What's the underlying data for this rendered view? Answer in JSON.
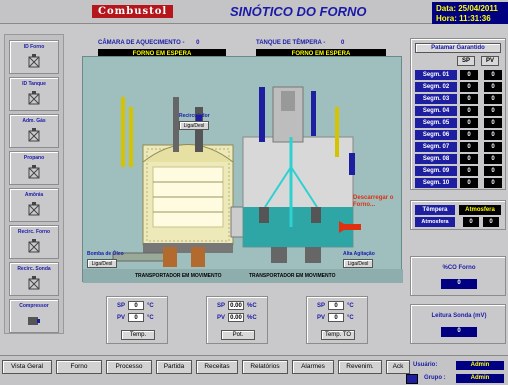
{
  "header": {
    "brand": "Combustol",
    "title": "SINÓTICO DO FORNO",
    "date": "Data: 25/04/2011",
    "time": "Hora: 11:31:36"
  },
  "left_buttons": [
    {
      "label": "ID Forno",
      "icon": "fan-icon"
    },
    {
      "label": "ID Tanque",
      "icon": "fan-icon"
    },
    {
      "label": "Adm. Gás",
      "icon": "fan-icon"
    },
    {
      "label": "Propano",
      "icon": "fan-icon"
    },
    {
      "label": "Amônia",
      "icon": "fan-icon"
    },
    {
      "label": "Recirc. Forno",
      "icon": "fan-icon"
    },
    {
      "label": "Recirc. Sonda",
      "icon": "fan-icon"
    },
    {
      "label": "Compressor",
      "icon": "compressor-icon"
    }
  ],
  "status": {
    "camara_label": "CÂMARA DE AQUECIMENTO -",
    "camara_value": "0",
    "camara_state": "FORNO EM ESPERA",
    "tanque_label": "TANQUE DE TÊMPERA -",
    "tanque_value": "0",
    "tanque_state": "FORNO EM ESPERA"
  },
  "process": {
    "recirculador_label": "Recirculador",
    "recirculador_btn": "Liga/Desl",
    "descarregar_text": "Descarregar o Forno...",
    "bomba_label": "Bomba de Óleo",
    "bomba_btn": "Liga/Desl",
    "alta_label": "Alta Agitação",
    "alta_btn": "Liga/Desl",
    "transport_left": "TRANSPORTADOR EM MOVIMENTO",
    "transport_right": "TRANSPORTADOR EM MOVIMENTO"
  },
  "controls": [
    {
      "sp": "0",
      "pv": "0",
      "unit": "°C",
      "btn": "Temp."
    },
    {
      "sp": "0.00",
      "pv": "0.00",
      "unit": "%C",
      "btn": "Pot."
    },
    {
      "sp": "0",
      "pv": "0",
      "unit": "°C",
      "btn": "Temp. TO"
    }
  ],
  "patamar": {
    "title": "Patamar Garantido",
    "sp_label": "SP",
    "pv_label": "PV",
    "segments": [
      {
        "label": "Segm. 01",
        "sp": "0",
        "pv": "0"
      },
      {
        "label": "Segm. 02",
        "sp": "0",
        "pv": "0"
      },
      {
        "label": "Segm. 03",
        "sp": "0",
        "pv": "0"
      },
      {
        "label": "Segm. 04",
        "sp": "0",
        "pv": "0"
      },
      {
        "label": "Segm. 05",
        "sp": "0",
        "pv": "0"
      },
      {
        "label": "Segm. 06",
        "sp": "0",
        "pv": "0"
      },
      {
        "label": "Segm. 07",
        "sp": "0",
        "pv": "0"
      },
      {
        "label": "Segm. 08",
        "sp": "0",
        "pv": "0"
      },
      {
        "label": "Segm. 09",
        "sp": "0",
        "pv": "0"
      },
      {
        "label": "Segm. 10",
        "sp": "0",
        "pv": "0"
      }
    ]
  },
  "atmosfera": {
    "tempera_label": "Têmpera",
    "atmosfera_label": "Atmosfera",
    "row_label": "Atmosfera",
    "v1": "0",
    "v2": "0"
  },
  "co_forno": {
    "label": "%CO Forno",
    "value": "0"
  },
  "leitura_sonda": {
    "label": "Leitura Sonda (mV)",
    "value": "0"
  },
  "nav": [
    "Vista Geral",
    "Forno",
    "Processo",
    "Partida",
    "Receitas",
    "Relatórios",
    "Alarmes",
    "Revenim.",
    "Ack"
  ],
  "footer": {
    "usuario_label": "Usuário:",
    "usuario_value": "Admin",
    "grupo_label": "Grupo :",
    "grupo_value": "Admin"
  },
  "colors": {
    "accent": "#1a1aa8",
    "brand": "#b5161b",
    "value_bg": "#000080",
    "value_fg": "#ffff00"
  }
}
